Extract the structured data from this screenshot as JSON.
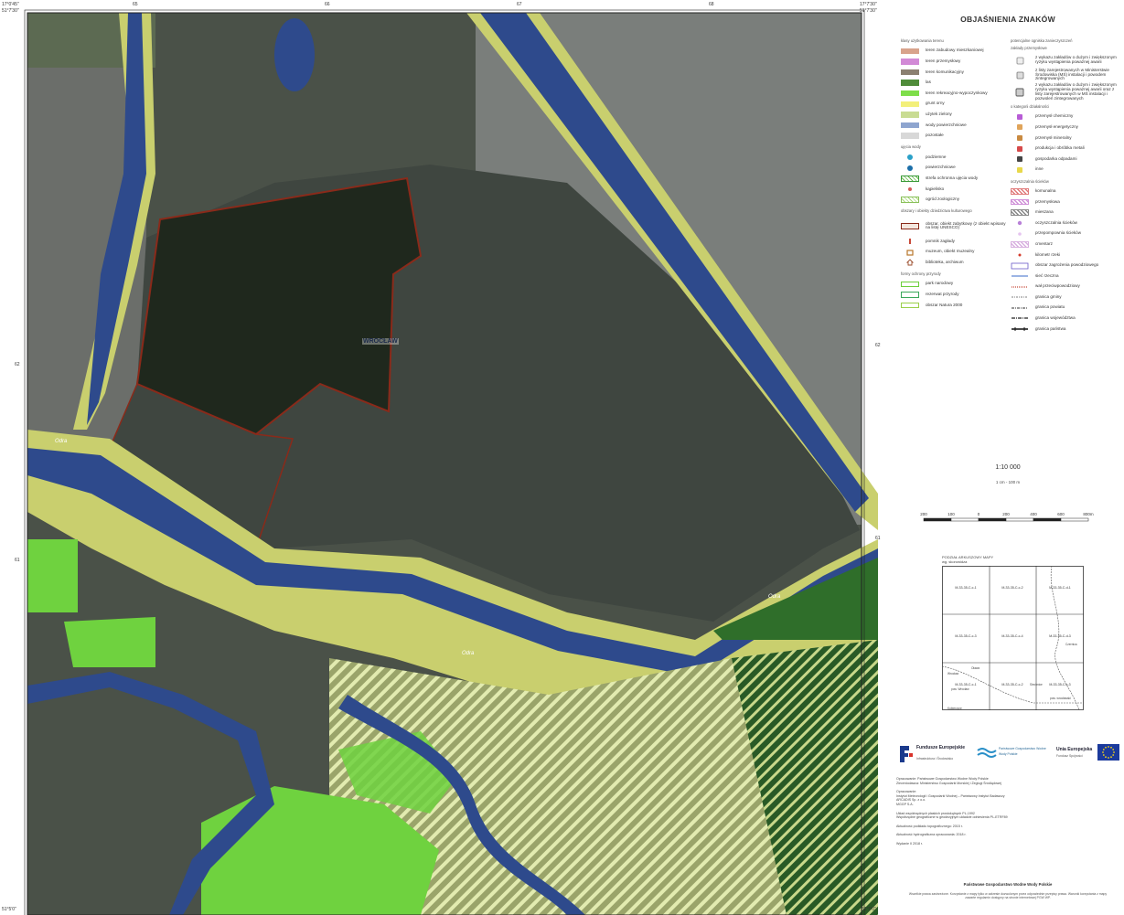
{
  "map": {
    "frame_coords": {
      "top_left_lon": "17°0'45\"",
      "top_left_lat": "51°7'30\"",
      "top_right_lon": "17°7'30\"",
      "top_right_lat": "51°7'30\"",
      "bottom_left_lat": "51°5'0\"",
      "bottom_right_lat": "51°5'0\""
    },
    "grid_top": [
      "65",
      "66",
      "67",
      "68"
    ],
    "grid_right": [
      "62",
      "61"
    ],
    "grid_left": [
      "62",
      "61"
    ],
    "city_label": "WROCŁAW",
    "river_labels": [
      "Odra",
      "Odra",
      "Odra"
    ],
    "colors": {
      "water": "#2e4a8c",
      "flood_zone": "#c9cf6e",
      "forest": "#2f6e2a",
      "recreation": "#6fd23f",
      "heritage_outline": "#8a2a1a",
      "hatch": "#d6e39a"
    }
  },
  "legend": {
    "title": "OBJAŚNIENIA ZNAKÓW",
    "left_heading": "klasy użytkowania terenu",
    "land_use": [
      {
        "label": "teren zabudowy mieszkaniowej",
        "color": "#d8a38c"
      },
      {
        "label": "teren przemysłowy",
        "color": "#d28ad6"
      },
      {
        "label": "teren komunikacyjny",
        "color": "#8b8070"
      },
      {
        "label": "las",
        "color": "#4f8c3a"
      },
      {
        "label": "teren rekreacyjno-wypoczynkowy",
        "color": "#7ede4a"
      },
      {
        "label": "grunt orny",
        "color": "#f3f07a"
      },
      {
        "label": "użytek zielony",
        "color": "#c9dc93"
      },
      {
        "label": "wody powierzchniowe",
        "color": "#8ea5cf"
      },
      {
        "label": "pozostałe",
        "color": "#d8d8d8"
      }
    ],
    "water_intakes_heading": "ujęcia wody",
    "water_intakes": [
      {
        "label": "podziemne"
      },
      {
        "label": "powierzchniowe"
      },
      {
        "label": "strefa ochronna ujęcia wody"
      },
      {
        "label": "kąpielisko"
      },
      {
        "label": "ogród zoologiczny"
      }
    ],
    "heritage_heading": "obszary i obiekty dziedzictwa kulturowego",
    "heritage": [
      {
        "label": "obszar, obiekt zabytkowy (z obiekt wpisany na listę UNESCO)"
      },
      {
        "label": "pomnik zagłady"
      },
      {
        "label": "muzeum, obiekt muzealny"
      },
      {
        "label": "biblioteka, archiwum"
      }
    ],
    "nature_heading": "formy ochrony przyrody",
    "nature": [
      {
        "label": "park narodowy",
        "color": "#6ccf3a"
      },
      {
        "label": "rezerwat przyrody",
        "color": "#3aa85a"
      },
      {
        "label": "obszar Natura 2000",
        "color": "#9ad04a"
      }
    ],
    "right_heading": "potencjalne ogniska zanieczyszczeń",
    "plants_heading": "zakłady przemysłowe",
    "plants": [
      {
        "label": "z wykazu zakładów o dużym i zwiększonym ryzyku wystąpienia poważnej awarii"
      },
      {
        "label": "z listy zarejestrowanych w Ministerstwie Środowiska (MŚ) instalacji i powodem zintegrowanych"
      },
      {
        "label": "z wykazu zakładów o dużym i zwiększonym ryzyku wystąpienia poważnej awarii oraz z listy zarejestrowanych w MŚ instalacji i pozwoleń zintegrowanych"
      }
    ],
    "category_heading": "o kategorii działalności",
    "categories": [
      {
        "label": "przemysł chemiczny",
        "color": "#b85cd6"
      },
      {
        "label": "przemysł energetyczny",
        "color": "#e0a45a"
      },
      {
        "label": "przemysł mineralny",
        "color": "#c98a40"
      },
      {
        "label": "produkcja i obróbka metali",
        "color": "#d64a4a"
      },
      {
        "label": "gospodarka odpadami",
        "color": "#444444"
      },
      {
        "label": "inne",
        "color": "#e8d84a"
      }
    ],
    "wastewater_heading": "oczyszczalnia ścieków",
    "wastewater": [
      {
        "label": "komunalna",
        "color": "#e07a7a"
      },
      {
        "label": "przemysłowa",
        "color": "#d090d8"
      },
      {
        "label": "mieszana",
        "color": "#888888"
      },
      {
        "label": "oczyszczalnia ścieków"
      },
      {
        "label": "przepompownia ścieków"
      },
      {
        "label": "cmentarz",
        "color": "#d8b0e0"
      },
      {
        "label": "kilometr rzeki"
      },
      {
        "label": "obszar zagrożenia powodziowego"
      },
      {
        "label": "sieć rzeczna"
      },
      {
        "label": "wał przeciwpowodziowy"
      },
      {
        "label": "granica gminy"
      },
      {
        "label": "granica powiatu"
      },
      {
        "label": "granica województwa"
      },
      {
        "label": "granica państwa"
      }
    ]
  },
  "scale": {
    "ratio": "1:10 000",
    "text": "1 cm - 100 m",
    "ticks": [
      "200",
      "100",
      "0",
      "200",
      "400",
      "600",
      "800m"
    ]
  },
  "sheet_index": {
    "title": "PODZIAŁ ARKUSZOWY MAPY\nwg. skorowidza",
    "sheets": [
      "M-33-35-C-c-1",
      "M-33-35-C-c-2",
      "M-33-35-C-d-1",
      "M-33-35-C-c-3",
      "M-33-35-C-c-4",
      "M-33-35-C-d-3",
      "M-33-35-C-c-1",
      "M-33-35-C-c-2",
      "M-33-35-C-c-3"
    ],
    "places": [
      "Oława",
      "Wrocław",
      "pow. Wrocław",
      "Siechnice",
      "pow. wrocławski",
      "Kobierzyce",
      "Czernica"
    ]
  },
  "logos": {
    "eu_funds": "Fundusze Europejskie",
    "eu_funds_sub": "Infrastruktura i Środowisko",
    "wody_polskie": "Państwowe Gospodarstwo Wodne Wody Polskie",
    "eu": "Unia Europejska",
    "eu_sub": "Fundusz Spójności"
  },
  "credits": {
    "line1": "Opracowanie: Państwowe Gospodarstwo Wodne Wody Polskie",
    "line2": "Zleceniodawca: Ministerstwo Gospodarki Morskiej i Żeglugi Śródlądowej",
    "line3": "Opracowanie:",
    "line4": "Instytut Meteorologii i Gospodarki Wodnej – Państwowy Instytut Badawczy",
    "line5": "ARCADIS Sp. z o.o.",
    "line6": "MGGP S.A.",
    "line7": "Układ współrzędnych płaskich prostokątnych PL-1992",
    "line8": "Współrzędne geograficzne w geodezyjnym układzie odniesienia PL-ETRF89",
    "line9": "Aktualność podkładu topograficznego: 2015 r.",
    "line10": "Aktualność hydrograficzna opracowania: 2018 r.",
    "line11": "Wydanie II 2018 r."
  },
  "publisher": "Państwowe Gospodarstwo Wodne Wody Polskie",
  "disclaimer": "Wszelkie prawa zastrzeżone. Korzystanie z mapy tylko w zakresie dozwolonym przez odpowiednie przepisy prawa. Warunki korzystania z mapy zawarte regulamin dostępny na stronie internetowej PGW WP."
}
